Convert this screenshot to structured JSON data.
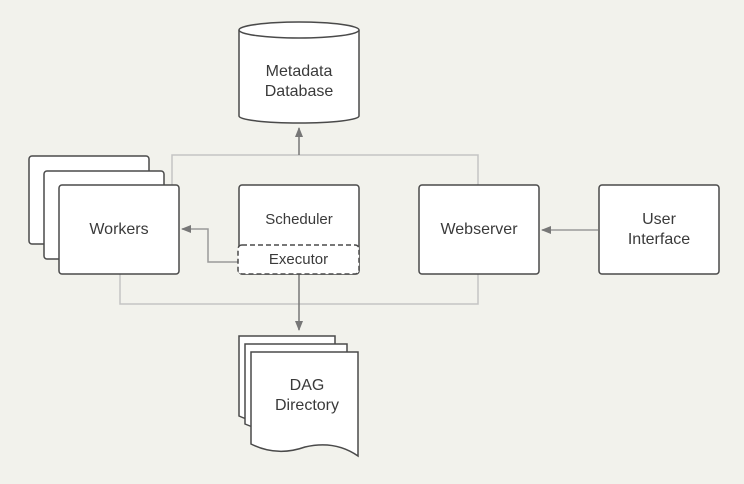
{
  "diagram": {
    "database": {
      "line1": "Metadata",
      "line2": "Database"
    },
    "workers": {
      "label": "Workers"
    },
    "scheduler": {
      "label": "Scheduler"
    },
    "executor": {
      "label": "Executor"
    },
    "webserver": {
      "label": "Webserver"
    },
    "user_interface": {
      "line1": "User",
      "line2": "Interface"
    },
    "dag_directory": {
      "line1": "DAG",
      "line2": "Directory"
    }
  },
  "colors": {
    "background": "#f2f2ec",
    "box_fill": "#ffffff",
    "box_stroke": "#4a4a4a",
    "connector": "#c4c4c4",
    "arrow": "#777777",
    "text": "#3a3a3a"
  }
}
